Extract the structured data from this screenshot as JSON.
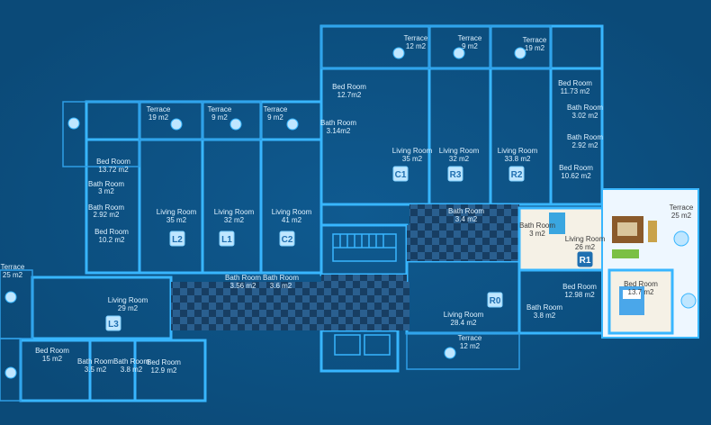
{
  "colors": {
    "background": "#0b4a78",
    "wall": "#38b6ff",
    "wall_dark": "#1689d8",
    "checker_light": "#2a5f8f",
    "checker_dark": "#173e63",
    "highlight_floor": "#f5f1e6",
    "terrace_floor": "#eef7ff"
  },
  "rooms": [
    {
      "id": "t-l",
      "label": "Terrace",
      "area": "19 m2"
    },
    {
      "id": "t-l1",
      "label": "Terrace",
      "area": "9 m2"
    },
    {
      "id": "t-c2",
      "label": "Terrace",
      "area": "9 m2"
    },
    {
      "id": "t-c1",
      "label": "Terrace",
      "area": "12 m2"
    },
    {
      "id": "t-r3",
      "label": "Terrace",
      "area": "9 m2"
    },
    {
      "id": "t-r2",
      "label": "Terrace",
      "area": "19 m2"
    },
    {
      "id": "t-r1",
      "label": "Terrace",
      "area": "25 m2"
    },
    {
      "id": "t-l3",
      "label": "Terrace",
      "area": "25 m2"
    },
    {
      "id": "t-r0",
      "label": "Terrace",
      "area": "12 m2"
    },
    {
      "id": "bed-c1",
      "label": "Bed Room",
      "area": "12.7m2"
    },
    {
      "id": "bath-c1",
      "label": "Bath Room",
      "area": "3.14m2"
    },
    {
      "id": "bed-r2",
      "label": "Bed Room",
      "area": "11.73 m2"
    },
    {
      "id": "bath-r2a",
      "label": "Bath Room",
      "area": "3.02 m2"
    },
    {
      "id": "bath-r2b",
      "label": "Bath Room",
      "area": "2.92 m2"
    },
    {
      "id": "bed-r2b",
      "label": "Bed Room",
      "area": "10.62 m2"
    },
    {
      "id": "bed-l2",
      "label": "Bed Room",
      "area": "13.72 m2"
    },
    {
      "id": "bath-l2a",
      "label": "Bath Room",
      "area": "3 m2"
    },
    {
      "id": "bath-l2b",
      "label": "Bath Room",
      "area": "2.92 m2"
    },
    {
      "id": "bed-l2b",
      "label": "Bed Room",
      "area": "10.2 m2"
    },
    {
      "id": "liv-l2",
      "label": "Living Room",
      "area": "35 m2"
    },
    {
      "id": "liv-l1",
      "label": "Living Room",
      "area": "32 m2"
    },
    {
      "id": "liv-c2",
      "label": "Living Room",
      "area": "41 m2"
    },
    {
      "id": "liv-c1",
      "label": "Living Room",
      "area": "35 m2"
    },
    {
      "id": "liv-r3",
      "label": "Living Room",
      "area": "32 m2"
    },
    {
      "id": "liv-r2",
      "label": "Living Room",
      "area": "33.8 m2"
    },
    {
      "id": "bath-r3",
      "label": "Bath Room",
      "area": "3.4 m2"
    },
    {
      "id": "bath-r1",
      "label": "Bath Room",
      "area": "3 m2"
    },
    {
      "id": "liv-r1",
      "label": "Living Room",
      "area": "26 m2"
    },
    {
      "id": "bed-r1",
      "label": "Bed Room",
      "area": "13.7 m2"
    },
    {
      "id": "bath-l1",
      "label": "Bath Room",
      "area": "3.56 m2"
    },
    {
      "id": "bath-c2",
      "label": "Bath Room",
      "area": "3.6 m2"
    },
    {
      "id": "liv-l3",
      "label": "Living Room",
      "area": "29 m2"
    },
    {
      "id": "liv-r0",
      "label": "Living Room",
      "area": "28.4 m2"
    },
    {
      "id": "bath-r0",
      "label": "Bath Room",
      "area": "3.8 m2"
    },
    {
      "id": "bed-r0",
      "label": "Bed Room",
      "area": "12.98 m2"
    },
    {
      "id": "bed-l3",
      "label": "Bed Room",
      "area": "15 m2"
    },
    {
      "id": "bath-l3a",
      "label": "Bath Room",
      "area": "3.5 m2"
    },
    {
      "id": "bath-l3b",
      "label": "Bath Room",
      "area": "3.8 m2"
    },
    {
      "id": "bed-l3b",
      "label": "Bed Room",
      "area": "12.9 m2"
    }
  ],
  "units": [
    "L2",
    "L1",
    "C2",
    "C1",
    "R3",
    "R2",
    "R1",
    "R0",
    "L3"
  ]
}
